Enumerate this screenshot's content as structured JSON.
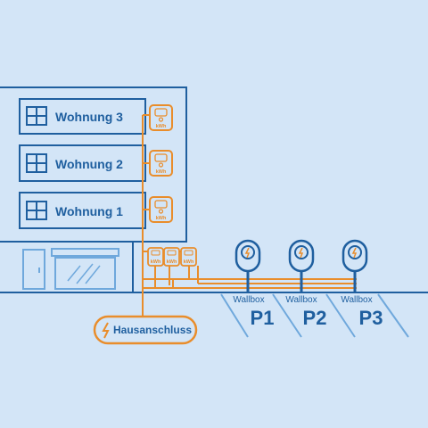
{
  "colors": {
    "background": "#d3e5f7",
    "line_blue": "#1f5f9f",
    "light_blue": "#6fa8dc",
    "accent_orange": "#e98d2b"
  },
  "apartments": [
    {
      "label": "Wohnung 3"
    },
    {
      "label": "Wohnung 2"
    },
    {
      "label": "Wohnung 1"
    }
  ],
  "meters": {
    "unit": "kWh"
  },
  "house_connection": {
    "label": "Hausanschluss",
    "icon": "lightning-icon"
  },
  "wallboxes": [
    {
      "label": "Wallbox",
      "spot": "P1"
    },
    {
      "label": "Wallbox",
      "spot": "P2"
    },
    {
      "label": "Wallbox",
      "spot": "P3"
    }
  ]
}
